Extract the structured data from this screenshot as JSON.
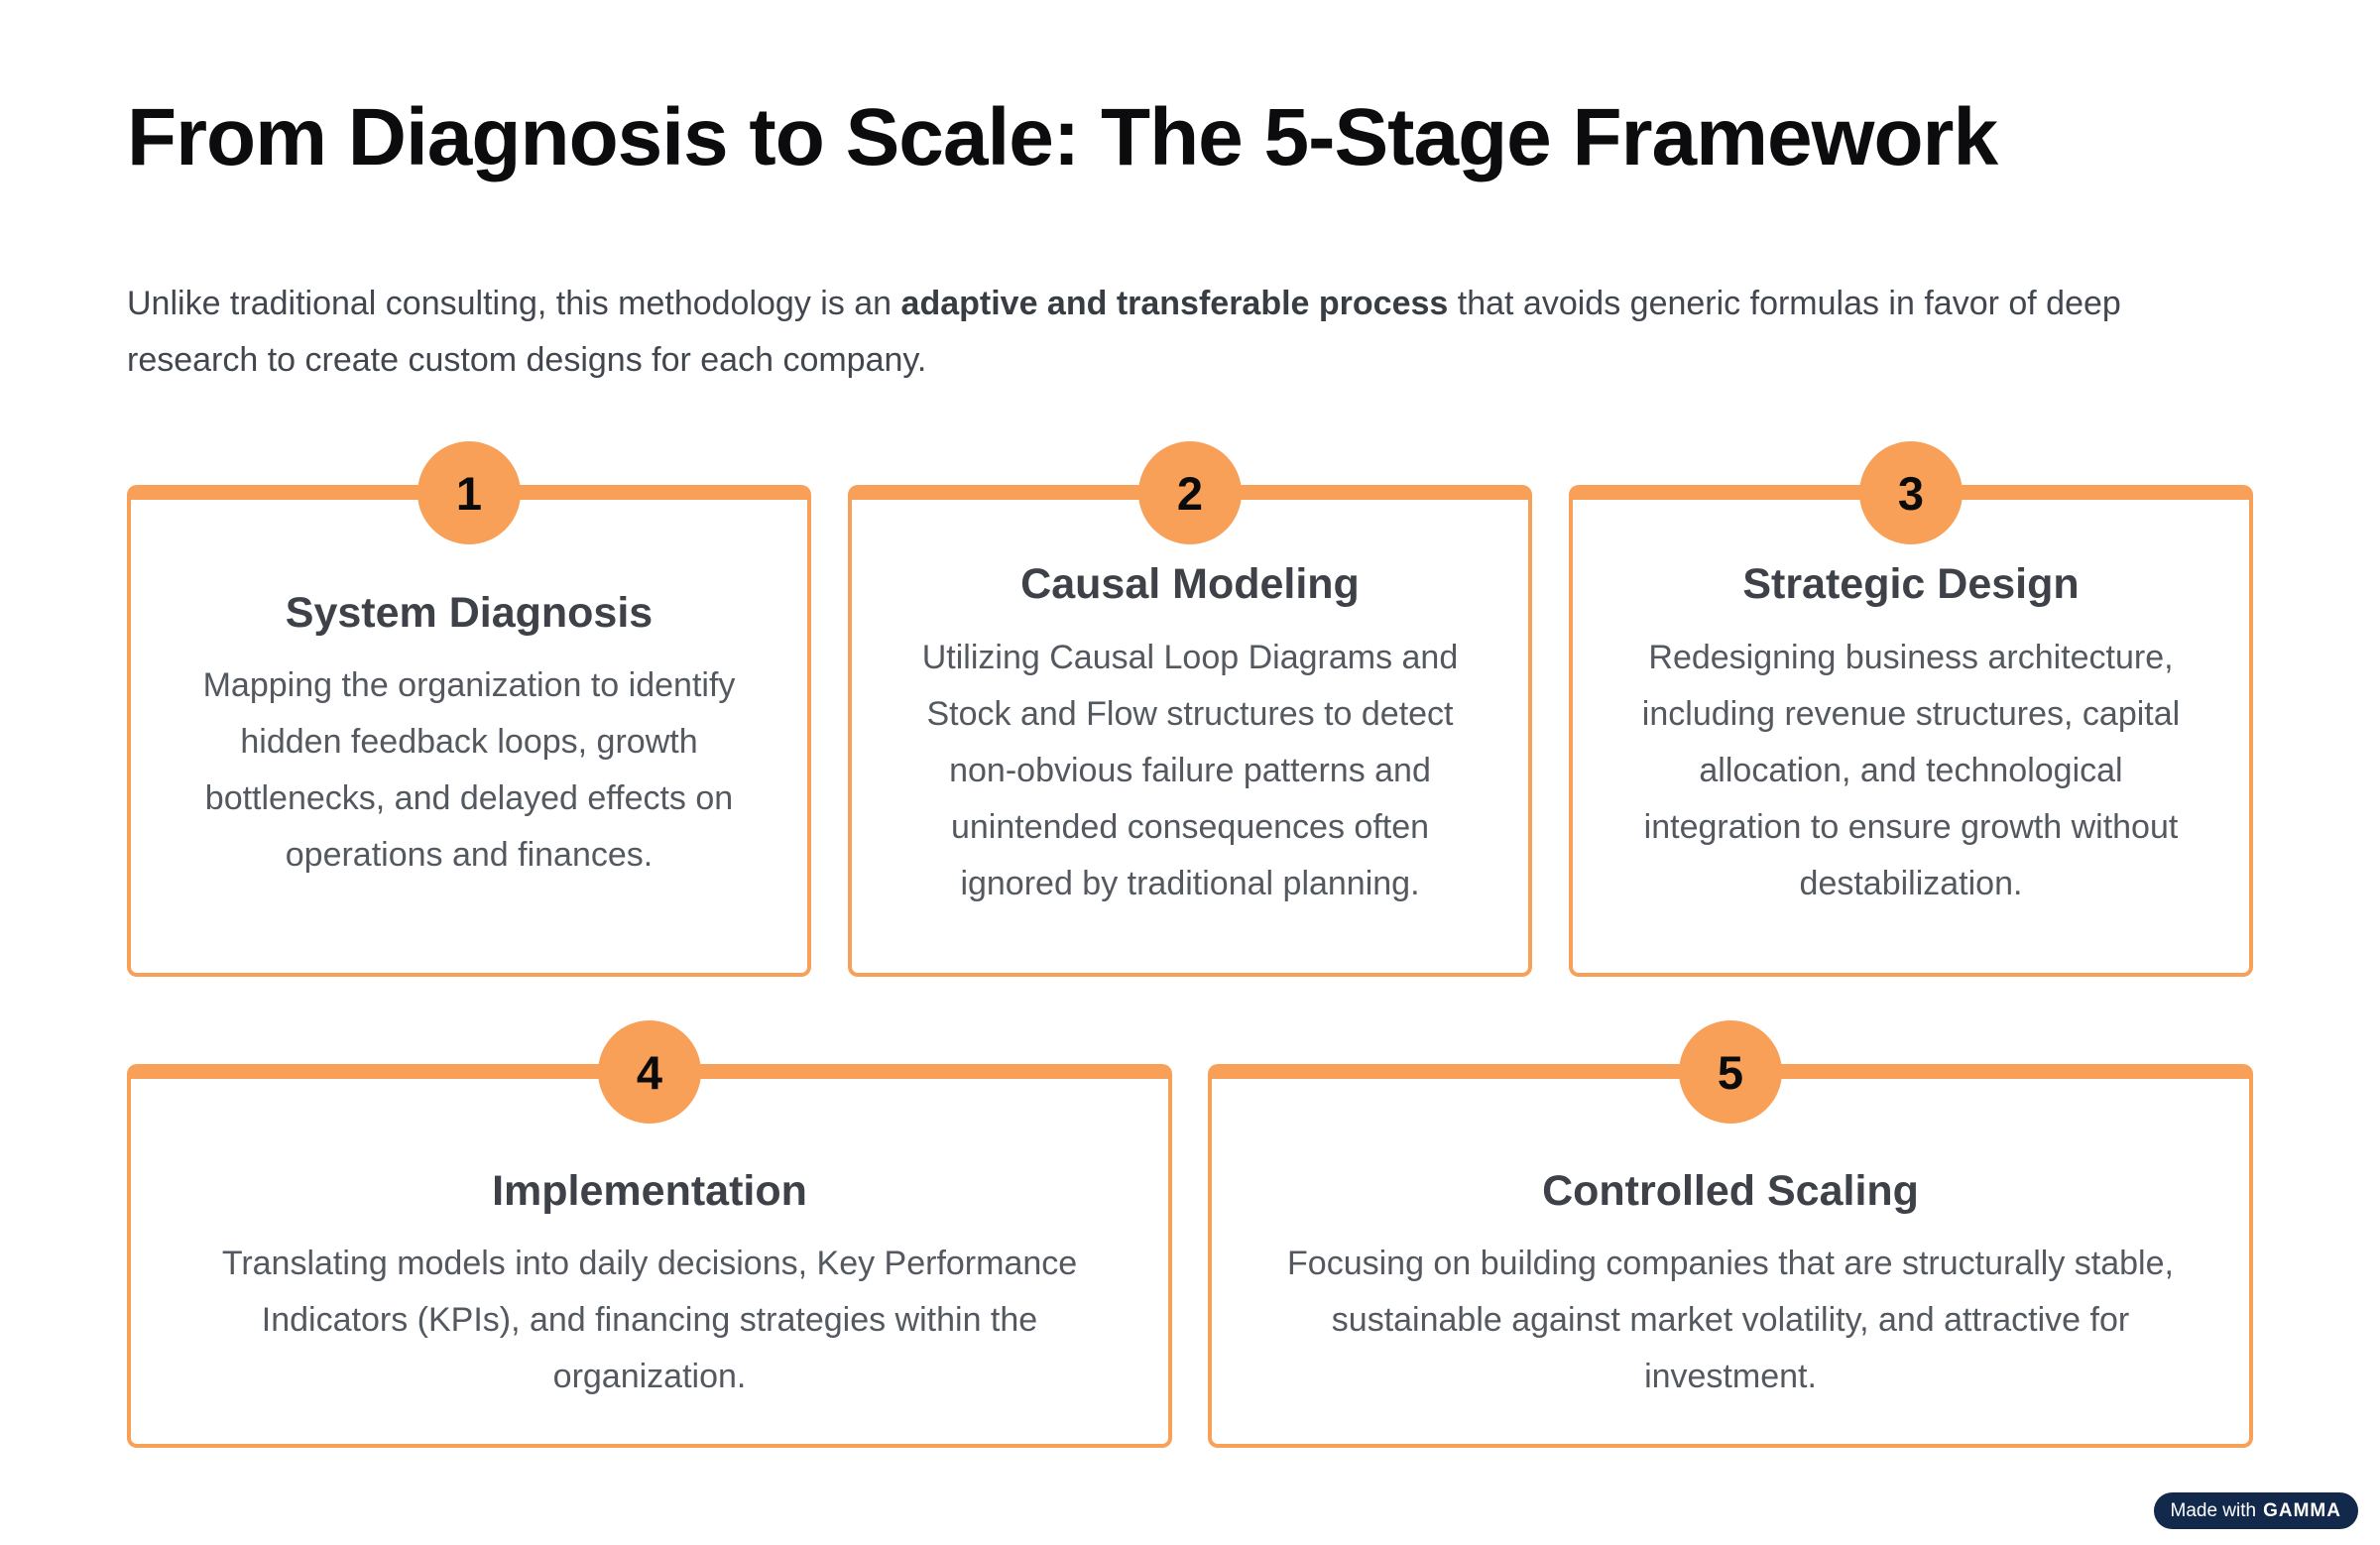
{
  "page": {
    "title": "From Diagnosis to Scale: The 5-Stage Framework",
    "intro": {
      "before_bold": "Unlike traditional consulting, this methodology is an ",
      "bold": "adaptive and transferable process",
      "after_bold": " that avoids generic formulas in favor of deep research to create custom designs for each company."
    }
  },
  "colors": {
    "accent_orange": "#F8A057",
    "title_text": "#0C0C0E",
    "body_text": "#42474F",
    "card_title_text": "#3E4248",
    "card_body_text": "#54585F",
    "badge_bg": "#13294C",
    "badge_text": "#FFFFFF",
    "background": "#FFFFFF"
  },
  "stages": [
    {
      "number": "1",
      "title": "System Diagnosis",
      "description": "Mapping the organization to identify hidden feedback loops, growth bottlenecks, and delayed effects on operations and finances."
    },
    {
      "number": "2",
      "title": "Causal Modeling",
      "description": "Utilizing Causal Loop Diagrams and Stock and Flow structures to detect non-obvious failure patterns and unintended consequences often ignored by traditional planning."
    },
    {
      "number": "3",
      "title": "Strategic Design",
      "description": "Redesigning business architecture, including revenue structures, capital allocation, and technological integration to ensure growth without destabilization."
    },
    {
      "number": "4",
      "title": "Implementation",
      "description": "Translating models into daily decisions, Key Performance Indicators (KPIs), and financing strategies within the organization."
    },
    {
      "number": "5",
      "title": "Controlled Scaling",
      "description": "Focusing on building companies that are structurally stable, sustainable against market volatility, and attractive for investment."
    }
  ],
  "badge": {
    "prefix": "Made with",
    "brand": "GAMMA"
  }
}
